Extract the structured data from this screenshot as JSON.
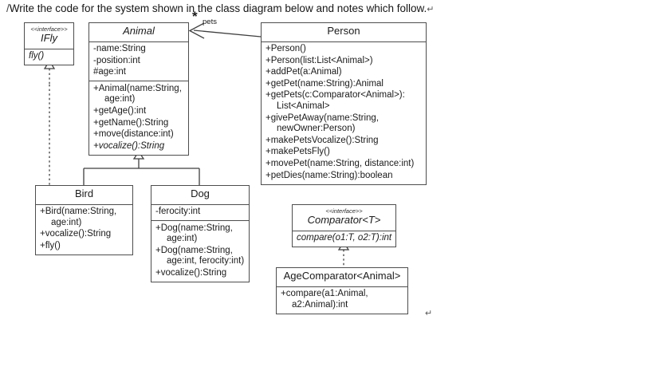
{
  "document": {
    "cursor_mark": "/",
    "heading": "Write the code for the system shown in the class diagram below and notes which follow.",
    "heading_pilcrow": "↵",
    "trailing_pilcrow": "↵"
  },
  "diagram": {
    "type": "uml-class-diagram",
    "classes": [
      {
        "id": "ifly",
        "name": "IFly",
        "stereotype": "<<interface>>",
        "abstract": true,
        "attributes": [],
        "operations": [
          {
            "text": "fly()",
            "italic": true
          }
        ]
      },
      {
        "id": "animal",
        "name": "Animal",
        "stereotype": "",
        "abstract": true,
        "attributes": [
          {
            "text": "-name:String"
          },
          {
            "text": "-position:int"
          },
          {
            "text": "#age:int"
          }
        ],
        "operations": [
          {
            "text": "+Animal(name:String,",
            "cont": "age:int)"
          },
          {
            "text": "+getAge():int"
          },
          {
            "text": "+getName():String"
          },
          {
            "text": "+move(distance:int)"
          },
          {
            "text": "+vocalize():String",
            "italic": true
          }
        ]
      },
      {
        "id": "person",
        "name": "Person",
        "stereotype": "",
        "abstract": false,
        "attributes": [],
        "operations": [
          {
            "text": "+Person()"
          },
          {
            "text": "+Person(list:List<Animal>)"
          },
          {
            "text": "+addPet(a:Animal)"
          },
          {
            "text": "+getPet(name:String):Animal"
          },
          {
            "text": "+getPets(c:Comparator<Animal>):",
            "cont": "List<Animal>"
          },
          {
            "text": "+givePetAway(name:String,",
            "cont": "newOwner:Person)"
          },
          {
            "text": "+makePetsVocalize():String"
          },
          {
            "text": "+makePetsFly()"
          },
          {
            "text": "+movePet(name:String, distance:int)"
          },
          {
            "text": "+petDies(name:String):boolean"
          }
        ]
      },
      {
        "id": "bird",
        "name": "Bird",
        "stereotype": "",
        "abstract": false,
        "attributes": [],
        "operations": [
          {
            "text": "+Bird(name:String,",
            "cont": "age:int)"
          },
          {
            "text": "+vocalize():String"
          },
          {
            "text": "+fly()"
          }
        ]
      },
      {
        "id": "dog",
        "name": "Dog",
        "stereotype": "",
        "abstract": false,
        "attributes": [
          {
            "text": "-ferocity:int"
          }
        ],
        "operations": [
          {
            "text": "+Dog(name:String,",
            "cont": "age:int)"
          },
          {
            "text": "+Dog(name:String,",
            "cont": "age:int, ferocity:int)"
          },
          {
            "text": "+vocalize():String"
          }
        ]
      },
      {
        "id": "comparator",
        "name": "Comparator<T>",
        "stereotype": "<<interface>>",
        "abstract": true,
        "attributes": [],
        "operations": [
          {
            "text": "compare(o1:T, o2:T):int",
            "italic": true
          }
        ]
      },
      {
        "id": "agecomparator",
        "name": "AgeComparator<Animal>",
        "stereotype": "",
        "abstract": false,
        "attributes": [],
        "operations": [
          {
            "text": "+compare(a1:Animal,",
            "cont": "a2:Animal):int"
          }
        ]
      }
    ],
    "relationships": [
      {
        "id": "person-pets-animal",
        "kind": "association",
        "from": "Person",
        "to": "Animal",
        "multiplicity": "*",
        "role": "pets"
      },
      {
        "id": "bird-generalizes-animal",
        "kind": "generalization",
        "from": "Bird",
        "to": "Animal"
      },
      {
        "id": "dog-generalizes-animal",
        "kind": "generalization",
        "from": "Dog",
        "to": "Animal"
      },
      {
        "id": "bird-realizes-ifly",
        "kind": "realization",
        "from": "Bird",
        "to": "IFly"
      },
      {
        "id": "agecomparator-realizes-comparator",
        "kind": "realization",
        "from": "AgeComparator<Animal>",
        "to": "Comparator<T>"
      }
    ],
    "labels": {
      "multiplicity_star": "*",
      "role_pets": "pets"
    },
    "colors": {
      "box_border": "#4d4d4d",
      "box_fill": "#ffffff",
      "line": "#3f3f3f",
      "text": "#1a1a1a"
    }
  }
}
